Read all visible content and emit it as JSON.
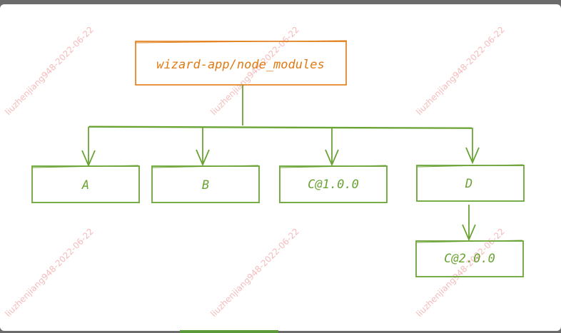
{
  "diagram": {
    "root": {
      "label": "wizard-app/node_modules",
      "color": "#e07a12"
    },
    "children": [
      {
        "id": "a",
        "label": "A"
      },
      {
        "id": "b",
        "label": "B"
      },
      {
        "id": "c1",
        "label": "C@1.0.0"
      },
      {
        "id": "d",
        "label": "D"
      }
    ],
    "nested": {
      "parent": "D",
      "label": "C@2.0.0"
    },
    "line_color": "#6aa334"
  },
  "watermark": {
    "text": "liuzhenjiang948-2022-06-22",
    "color": "#f2a6a6"
  }
}
